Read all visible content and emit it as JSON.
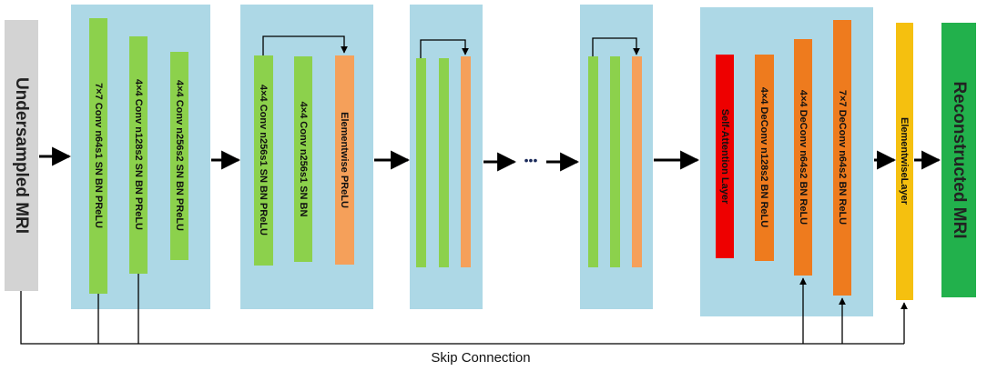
{
  "input_label": "Undersampled MRI",
  "output_label": "Reconstructed MRI",
  "skip_label": "Skip Connection",
  "ellipsis": "•••",
  "blocks": {
    "encoder": [
      "7×7 Conv n64s1 SN BN PReLU",
      "4×4 Conv n128s2 SN BN PReLU",
      "4×4 Conv n256s2 SN BN PReLU"
    ],
    "residual": [
      "4×4 Conv n256s1 SN BN PReLU",
      "4×4 Conv n256s1 SN BN",
      "Elementwise PReLU"
    ],
    "decoder": [
      "Self-Attention Layer",
      "4×4 DeConv n128s2 BN ReLU",
      "4×4 DeConv n64s2 BN ReLU",
      "7×7 DeConv n64s2 BN ReLU"
    ],
    "elementwise": "ElementwiseLayer"
  },
  "colors": {
    "panel": "#add8e6",
    "input": "#d3d3d3",
    "output": "#22b14c",
    "conv": "#8cd14c",
    "prelu": "#f5a05a",
    "attention": "#ee0000",
    "deconv": "#ee7b1e",
    "elementwise": "#f5c00f"
  }
}
